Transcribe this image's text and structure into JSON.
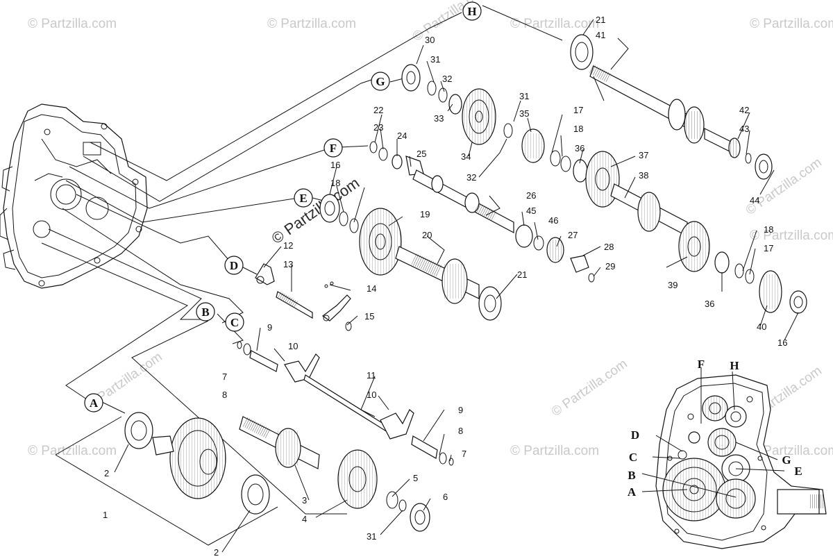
{
  "watermarks": {
    "faint": "© Partzilla.com",
    "center": "© Partzilla.com"
  },
  "letters": [
    "A",
    "B",
    "C",
    "D",
    "E",
    "F",
    "G",
    "H"
  ],
  "part_numbers": {
    "n1": "1",
    "n2a": "2",
    "n2b": "2",
    "n3": "3",
    "n4": "4",
    "n5": "5",
    "n6": "6",
    "n7a": "7",
    "n7b": "7",
    "n8a": "8",
    "n8b": "8",
    "n9a": "9",
    "n9b": "9",
    "n10a": "10",
    "n10b": "10",
    "n11": "11",
    "n12": "12",
    "n13": "13",
    "n14": "14",
    "n15": "15",
    "n16a": "16",
    "n16b": "16",
    "n17a": "17",
    "n17b": "17",
    "n18a": "18",
    "n18b": "18",
    "n18c": "18",
    "n19": "19",
    "n20": "20",
    "n21a": "21",
    "n21b": "21",
    "n22": "22",
    "n23": "23",
    "n24": "24",
    "n25": "25",
    "n26": "26",
    "n27": "27",
    "n28": "28",
    "n29": "29",
    "n30": "30",
    "n31a": "31",
    "n31b": "31",
    "n31c": "31",
    "n32a": "32",
    "n32b": "32",
    "n33": "33",
    "n34": "34",
    "n35": "35",
    "n36a": "36",
    "n36b": "36",
    "n37": "37",
    "n38": "38",
    "n39": "39",
    "n40": "40",
    "n41": "41",
    "n42": "42",
    "n43": "43",
    "n44": "44",
    "n45": "45",
    "n46": "46"
  }
}
